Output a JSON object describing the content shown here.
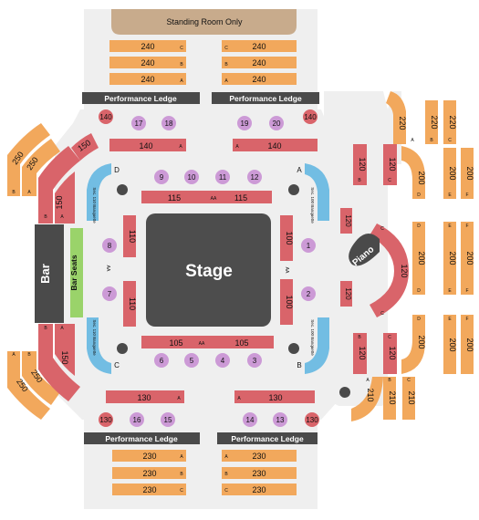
{
  "colors": {
    "orange": "#f2a85c",
    "red": "#d9646a",
    "blue": "#72bde3",
    "purple": "#cc9ad6",
    "green": "#9ad36a",
    "dark": "#4a4a4a",
    "stage": "#4d4d4d",
    "floor": "#efefef",
    "standing": "#c8ab8c"
  },
  "labels": {
    "standing": "Standing Room Only",
    "performance_ledge": "Performance Ledge",
    "stage": "Stage",
    "bar": "Bar",
    "bar_seats": "Bar Seats",
    "piano": "Piano"
  },
  "upper": {
    "s240": "240",
    "s230": "230",
    "s250": "250",
    "s220": "220",
    "s200": "200",
    "s210": "210",
    "rowA": "A",
    "rowB": "B",
    "rowC": "C",
    "rowD": "D",
    "rowE": "E",
    "rowF": "F"
  },
  "lower": {
    "s140": "140",
    "s130": "130",
    "s150": "150",
    "s120": "120",
    "s115": "115",
    "s105": "105",
    "s110": "110",
    "s100": "100",
    "rowAA": "AA",
    "rowA": "A",
    "rowB": "B",
    "rowC": "C",
    "rowD": "D"
  },
  "banquette": {
    "left_top": "Sec. 110 Banquette",
    "right_top": "Sec. 100 Banquette",
    "left_bottom": "Sec. 110 Banquette",
    "right_bottom": "Sec. 100 Banquette"
  },
  "tables": [
    "1",
    "2",
    "4",
    "5",
    "6",
    "7",
    "8",
    "9",
    "10",
    "11",
    "12",
    "13",
    "14",
    "15",
    "16",
    "17",
    "18",
    "19",
    "20"
  ]
}
